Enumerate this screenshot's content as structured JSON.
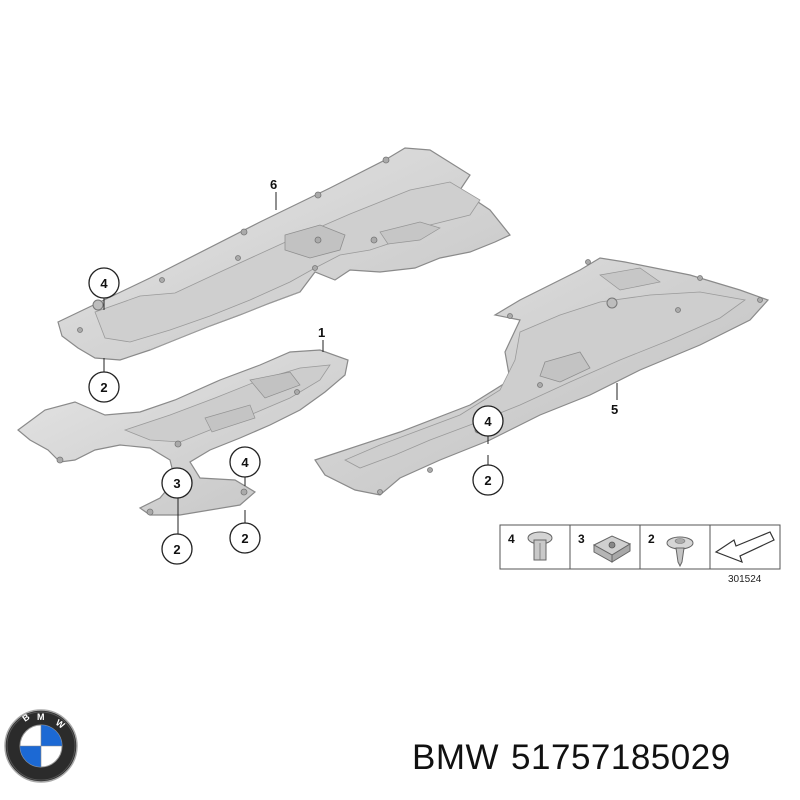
{
  "callouts": {
    "part1": "1",
    "part6": "6",
    "part5": "5",
    "c4_top": "4",
    "c2_left": "2",
    "c4_mid": "4",
    "c3": "3",
    "c2_lowleft": "2",
    "c2_lowright": "2",
    "c4_right": "4",
    "c2_right": "2"
  },
  "legend": {
    "items": [
      {
        "label": "4",
        "icon": "plastic-rivet-icon"
      },
      {
        "label": "3",
        "icon": "clip-nut-icon"
      },
      {
        "label": "2",
        "icon": "screw-icon"
      }
    ],
    "arrow_icon": "direction-arrow-icon",
    "diagram_number": "301524"
  },
  "footer": {
    "brand": "BMW",
    "part_number": "51757185029"
  },
  "colors": {
    "panel_fill": "#d7d7d7",
    "panel_shade": "#bdbdbd",
    "outline": "#8a8a8a",
    "logo_blue": "#1c69d4",
    "logo_ring": "#2b2b2b"
  }
}
